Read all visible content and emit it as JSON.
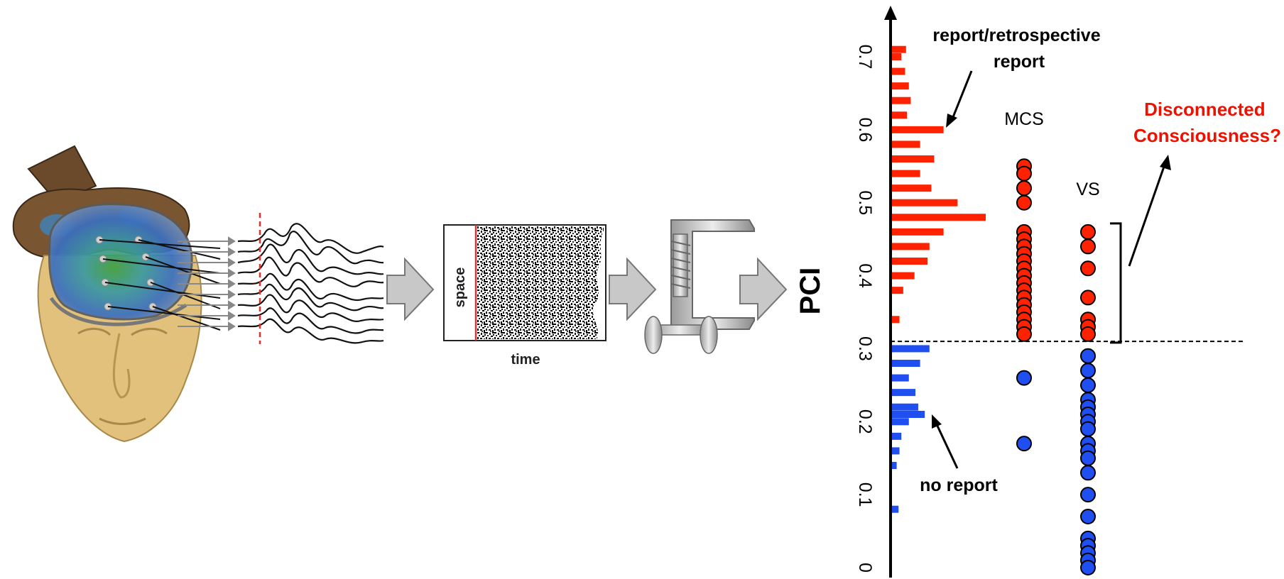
{
  "pipeline": {
    "matrix_y_label": "space",
    "matrix_x_label": "time",
    "output_label": "PCI"
  },
  "plot": {
    "y_ticks": [
      "0",
      "0.1",
      "0.2",
      "0.3",
      "0.4",
      "0.5",
      "0.6",
      "0.7"
    ],
    "threshold": 0.31,
    "annotations": {
      "report": [
        "report/retrospective",
        "report"
      ],
      "no_report": "no report",
      "disconnected": [
        "Disconnected",
        "Consciousness?"
      ]
    },
    "group_labels": {
      "mcs": "MCS",
      "vs": "VS"
    }
  },
  "colors": {
    "report": "#ff2200",
    "no_report": "#1f4ff0",
    "disconnected_text": "#ee1100",
    "arrow_fill": "#c8c8c8"
  },
  "chart_data": {
    "type": "scatter",
    "y_axis": {
      "ticks": [
        0,
        0.1,
        0.2,
        0.3,
        0.4,
        0.5,
        0.6,
        0.7
      ],
      "ylim": [
        0,
        0.75
      ]
    },
    "threshold": 0.31,
    "histogram": {
      "note": "horizontal histogram of PCI values",
      "bins_report": [
        {
          "y": 0.71,
          "count": 0.15
        },
        {
          "y": 0.7,
          "count": 0.1
        },
        {
          "y": 0.68,
          "count": 0.14
        },
        {
          "y": 0.66,
          "count": 0.18
        },
        {
          "y": 0.64,
          "count": 0.2
        },
        {
          "y": 0.62,
          "count": 0.16
        },
        {
          "y": 0.6,
          "count": 0.55
        },
        {
          "y": 0.58,
          "count": 0.3
        },
        {
          "y": 0.56,
          "count": 0.45
        },
        {
          "y": 0.54,
          "count": 0.3
        },
        {
          "y": 0.52,
          "count": 0.42
        },
        {
          "y": 0.5,
          "count": 0.7
        },
        {
          "y": 0.48,
          "count": 1.0
        },
        {
          "y": 0.46,
          "count": 0.55
        },
        {
          "y": 0.44,
          "count": 0.4
        },
        {
          "y": 0.42,
          "count": 0.38
        },
        {
          "y": 0.4,
          "count": 0.24
        },
        {
          "y": 0.38,
          "count": 0.12
        },
        {
          "y": 0.34,
          "count": 0.08
        }
      ],
      "bins_no_report": [
        {
          "y": 0.3,
          "count": 0.4
        },
        {
          "y": 0.28,
          "count": 0.3
        },
        {
          "y": 0.26,
          "count": 0.18
        },
        {
          "y": 0.24,
          "count": 0.25
        },
        {
          "y": 0.22,
          "count": 0.28
        },
        {
          "y": 0.21,
          "count": 0.35
        },
        {
          "y": 0.2,
          "count": 0.18
        },
        {
          "y": 0.18,
          "count": 0.1
        },
        {
          "y": 0.16,
          "count": 0.08
        },
        {
          "y": 0.14,
          "count": 0.05
        },
        {
          "y": 0.08,
          "count": 0.07
        }
      ]
    },
    "series": [
      {
        "name": "MCS",
        "values": [
          0.55,
          0.54,
          0.52,
          0.5,
          0.46,
          0.45,
          0.44,
          0.43,
          0.42,
          0.41,
          0.4,
          0.39,
          0.38,
          0.37,
          0.36,
          0.35,
          0.34,
          0.33,
          0.32,
          0.26,
          0.17
        ]
      },
      {
        "name": "VS",
        "values": [
          0.46,
          0.44,
          0.41,
          0.37,
          0.34,
          0.33,
          0.32,
          0.29,
          0.27,
          0.25,
          0.23,
          0.22,
          0.21,
          0.2,
          0.19,
          0.17,
          0.16,
          0.15,
          0.13,
          0.1,
          0.07,
          0.04,
          0.03,
          0.02,
          0.01,
          0.0
        ]
      }
    ]
  }
}
